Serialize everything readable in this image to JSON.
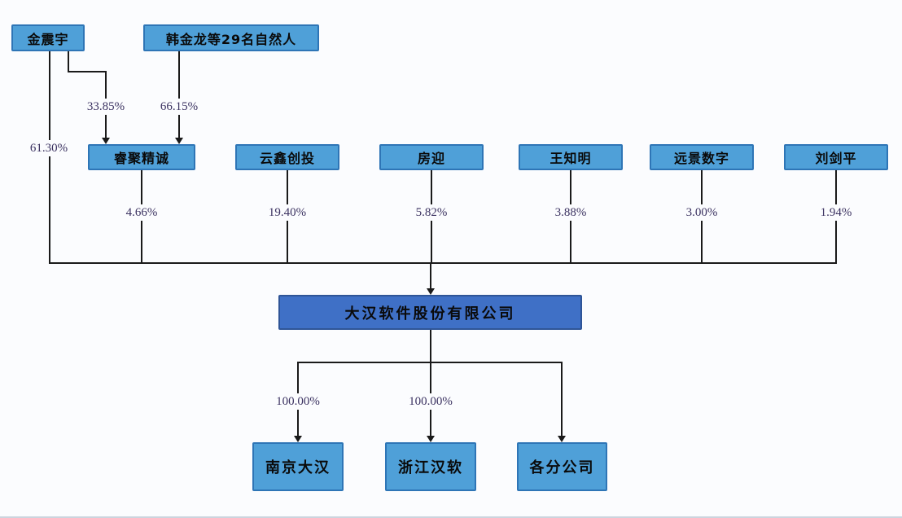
{
  "colors": {
    "background": "#fbfcfe",
    "shareholder_box_fill": "#4FA0D8",
    "shareholder_box_border": "#2E75B6",
    "company_box_fill": "#3F70C6",
    "company_box_border": "#2F5597",
    "connector_line": "#1a1a1a",
    "percentage_text": "#3a3160"
  },
  "top_shareholders": [
    {
      "name": "金震宇",
      "pct_in_holdco": "33.85%",
      "pct_in_company": "61.30%"
    },
    {
      "name": "韩金龙等29名自然人",
      "pct_in_holdco": "66.15%"
    }
  ],
  "shareholders": [
    {
      "name": "睿聚精诚",
      "pct": "4.66%"
    },
    {
      "name": "云鑫创投",
      "pct": "19.40%"
    },
    {
      "name": "房迎",
      "pct": "5.82%"
    },
    {
      "name": "王知明",
      "pct": "3.88%"
    },
    {
      "name": "远景数字",
      "pct": "3.00%"
    },
    {
      "name": "刘剑平",
      "pct": "1.94%"
    }
  ],
  "company": {
    "name": "大汉软件股份有限公司"
  },
  "subsidiaries": [
    {
      "name": "南京大汉",
      "pct": "100.00%"
    },
    {
      "name": "浙江汉软",
      "pct": "100.00%"
    },
    {
      "name": "各分公司",
      "pct": ""
    }
  ]
}
